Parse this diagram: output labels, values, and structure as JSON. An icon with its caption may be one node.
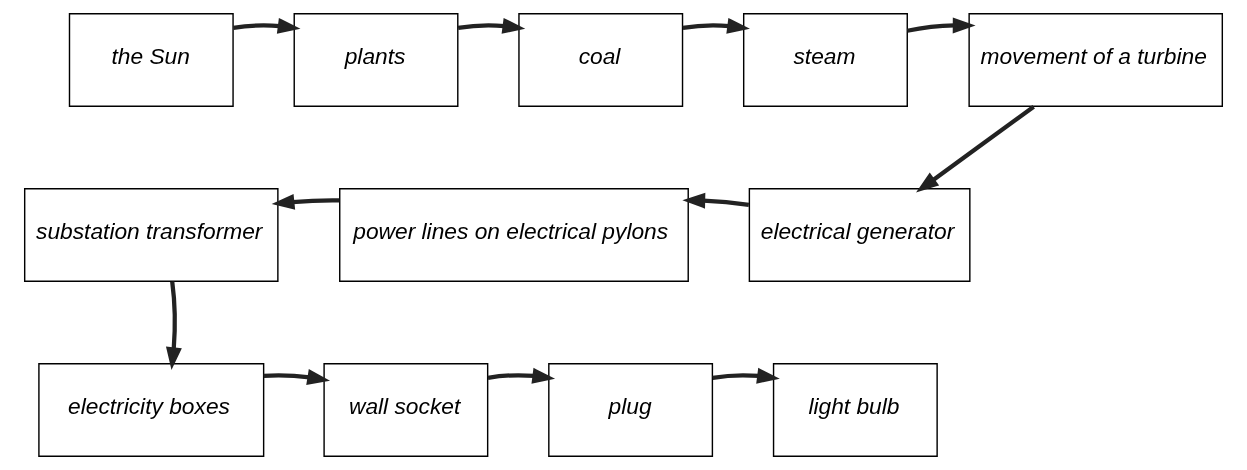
{
  "diagram": {
    "nodes": [
      {
        "text": [
          "the Sun"
        ]
      },
      {
        "text": [
          "plants"
        ]
      },
      {
        "text": [
          "coal"
        ]
      },
      {
        "text": [
          "steam"
        ]
      },
      {
        "text": [
          "movement of a turbine"
        ]
      },
      {
        "text": [
          "electrical generator"
        ]
      },
      {
        "text": [
          "power lines on electrical pylons"
        ]
      },
      {
        "text": [
          "substation transformer"
        ]
      },
      {
        "text": [
          "electricity boxes"
        ]
      },
      {
        "text": [
          "wall socket"
        ]
      },
      {
        "text": [
          "plug"
        ]
      },
      {
        "text": [
          "light bulb"
        ]
      }
    ],
    "edges": [
      {
        "from": 0,
        "to": 1,
        "arrow": "to"
      },
      {
        "from": 1,
        "to": 2,
        "arrow": "to"
      },
      {
        "from": 2,
        "to": 3,
        "arrow": "to"
      },
      {
        "from": 3,
        "to": 4,
        "arrow": "to"
      },
      {
        "from": 4,
        "to": 5,
        "arrow": "to"
      },
      {
        "from": 5,
        "to": 6,
        "arrow": "to"
      },
      {
        "from": 6,
        "to": 7,
        "arrow": "to"
      },
      {
        "from": 7,
        "to": 8,
        "arrow": "to"
      },
      {
        "from": 8,
        "to": 9,
        "arrow": "to"
      },
      {
        "from": 9,
        "to": 10,
        "arrow": "to"
      },
      {
        "from": 10,
        "to": 11,
        "arrow": "to"
      }
    ]
  }
}
